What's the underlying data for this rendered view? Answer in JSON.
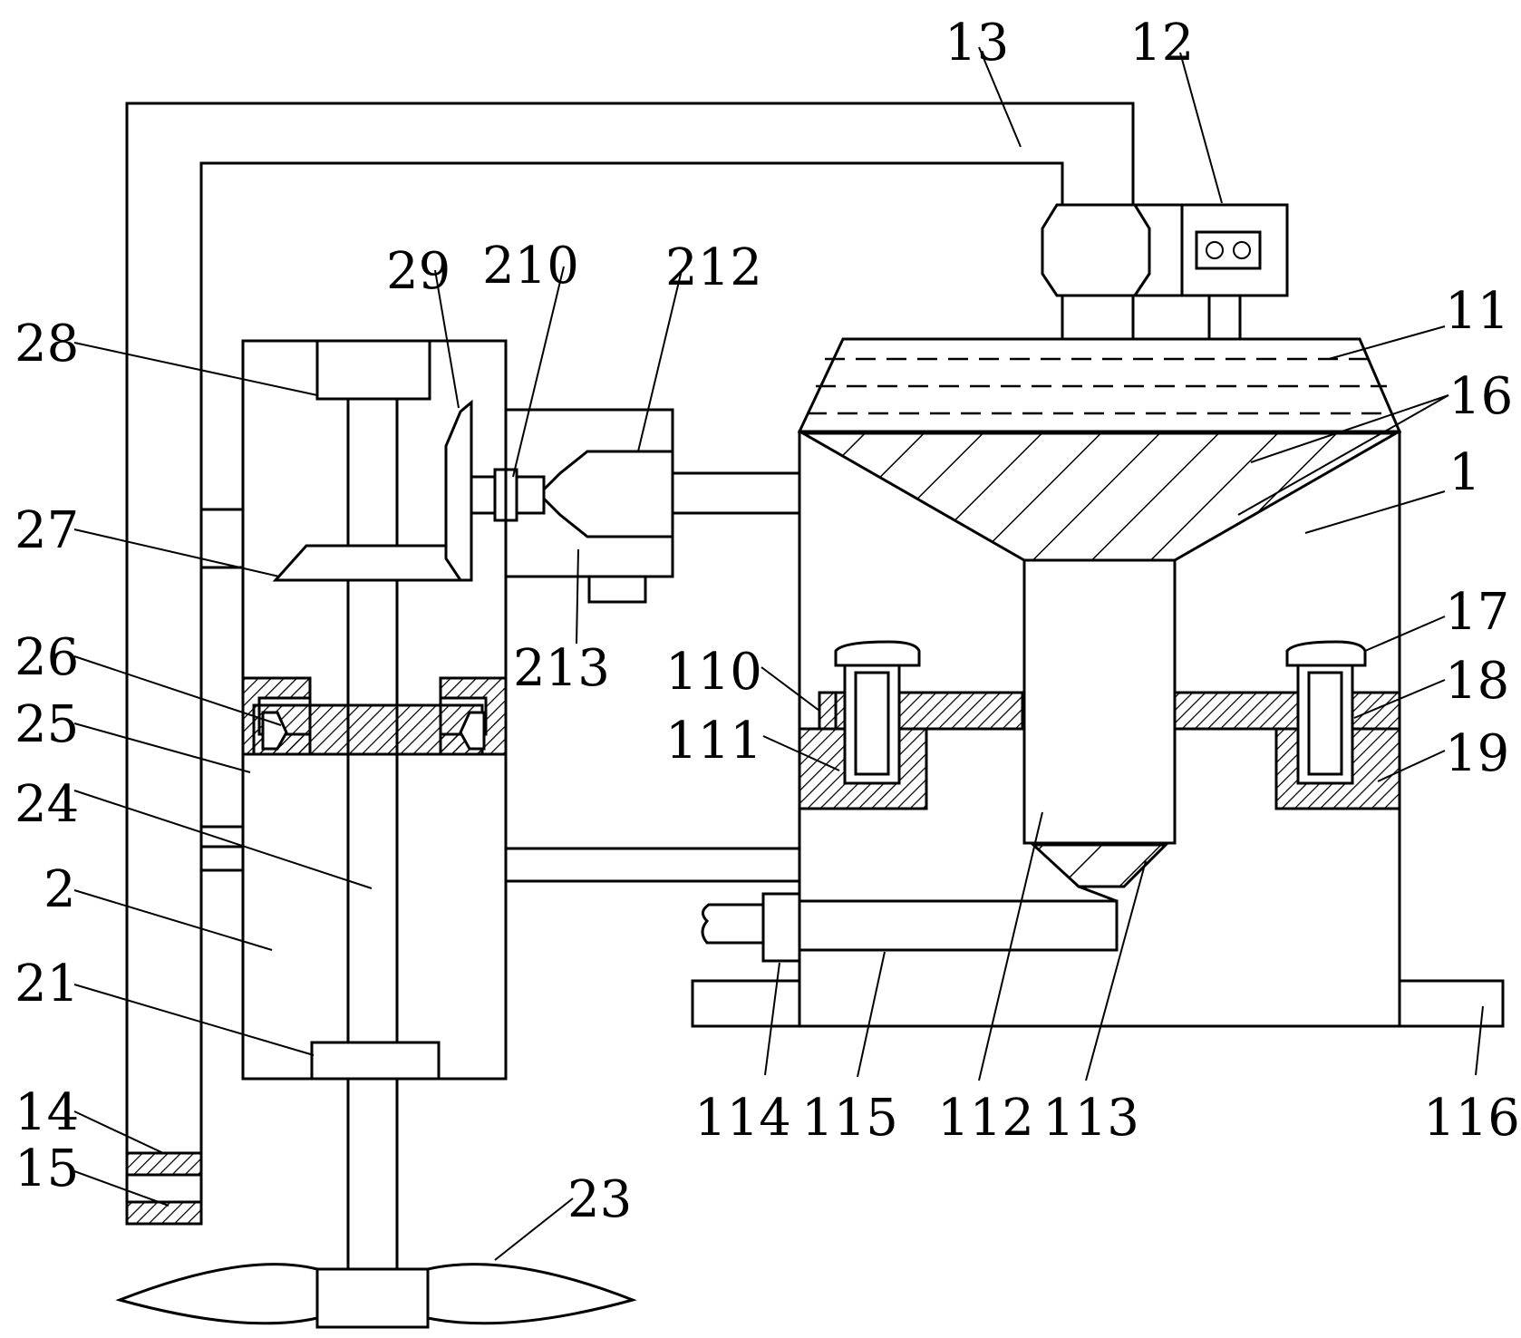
{
  "labels": {
    "l1": "1",
    "l2": "2",
    "l11": "11",
    "l12": "12",
    "l13": "13",
    "l14": "14",
    "l15": "15",
    "l16": "16",
    "l17": "17",
    "l18": "18",
    "l19": "19",
    "l21": "21",
    "l23": "23",
    "l24": "24",
    "l25": "25",
    "l26": "26",
    "l27": "27",
    "l28": "28",
    "l29": "29",
    "l110": "110",
    "l111": "111",
    "l112": "112",
    "l113": "113",
    "l114": "114",
    "l115": "115",
    "l116": "116",
    "l210": "210",
    "l212": "212",
    "l213": "213"
  }
}
